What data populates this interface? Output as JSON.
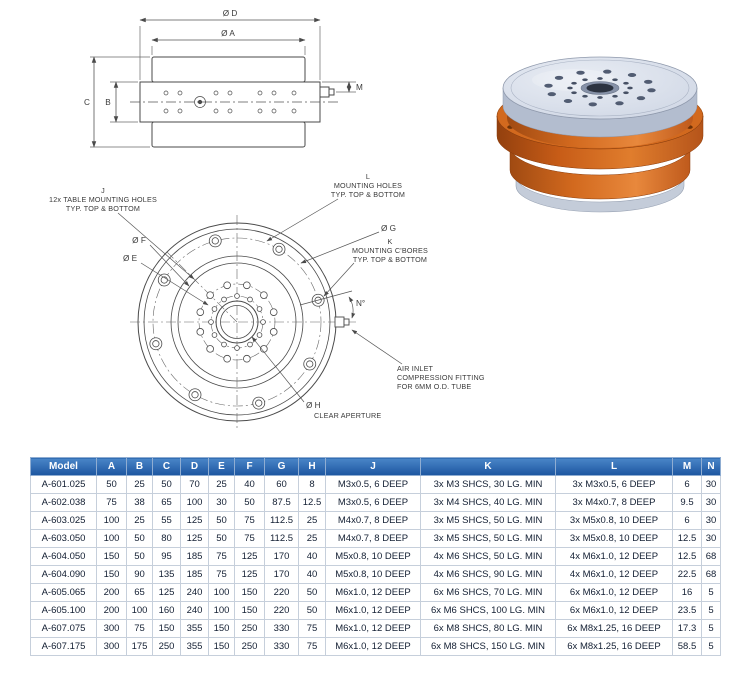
{
  "side_view": {
    "dim_d": "Ø D",
    "dim_a": "Ø A",
    "dim_c": "C",
    "dim_b": "B",
    "dim_m": "M"
  },
  "top_view": {
    "j_callout": [
      "J",
      "12x TABLE MOUNTING HOLES",
      "TYP. TOP & BOTTOM"
    ],
    "l_callout": [
      "L",
      "MOUNTING HOLES",
      "TYP. TOP & BOTTOM"
    ],
    "k_callout": [
      "K",
      "MOUNTING C'BORES",
      "TYP. TOP & BOTTOM"
    ],
    "air_callout": [
      "AIR INLET",
      "COMPRESSION FITTING",
      "FOR 6MM O.D. TUBE"
    ],
    "dim_g": "Ø G",
    "dim_f": "Ø F",
    "dim_e": "Ø E",
    "dim_h": "Ø H",
    "dim_n": "N°",
    "aperture_label": "CLEAR APERTURE"
  },
  "table": {
    "headers": [
      "Model",
      "A",
      "B",
      "C",
      "D",
      "E",
      "F",
      "G",
      "H",
      "J",
      "K",
      "L",
      "M",
      "N"
    ],
    "rows": [
      [
        "A-601.025",
        "50",
        "25",
        "50",
        "70",
        "25",
        "40",
        "60",
        "8",
        "M3x0.5, 6 DEEP",
        "3x M3 SHCS, 30 LG. MIN",
        "3x M3x0.5, 6 DEEP",
        "6",
        "30"
      ],
      [
        "A-602.038",
        "75",
        "38",
        "65",
        "100",
        "30",
        "50",
        "87.5",
        "12.5",
        "M3x0.5, 6 DEEP",
        "3x M4 SHCS, 40 LG. MIN",
        "3x M4x0.7, 8 DEEP",
        "9.5",
        "30"
      ],
      [
        "A-603.025",
        "100",
        "25",
        "55",
        "125",
        "50",
        "75",
        "112.5",
        "25",
        "M4x0.7, 8 DEEP",
        "3x M5 SHCS, 50 LG. MIN",
        "3x M5x0.8, 10 DEEP",
        "6",
        "30"
      ],
      [
        "A-603.050",
        "100",
        "50",
        "80",
        "125",
        "50",
        "75",
        "112.5",
        "25",
        "M4x0.7, 8 DEEP",
        "3x M5 SHCS, 50 LG. MIN",
        "3x M5x0.8, 10 DEEP",
        "12.5",
        "30"
      ],
      [
        "A-604.050",
        "150",
        "50",
        "95",
        "185",
        "75",
        "125",
        "170",
        "40",
        "M5x0.8, 10 DEEP",
        "4x M6 SHCS, 50 LG. MIN",
        "4x M6x1.0, 12 DEEP",
        "12.5",
        "68"
      ],
      [
        "A-604.090",
        "150",
        "90",
        "135",
        "185",
        "75",
        "125",
        "170",
        "40",
        "M5x0.8, 10 DEEP",
        "4x M6 SHCS, 90 LG. MIN",
        "4x M6x1.0, 12 DEEP",
        "22.5",
        "68"
      ],
      [
        "A-605.065",
        "200",
        "65",
        "125",
        "240",
        "100",
        "150",
        "220",
        "50",
        "M6x1.0, 12 DEEP",
        "6x M6 SHCS, 70 LG. MIN",
        "6x M6x1.0, 12 DEEP",
        "16",
        "5"
      ],
      [
        "A-605.100",
        "200",
        "100",
        "160",
        "240",
        "100",
        "150",
        "220",
        "50",
        "M6x1.0, 12 DEEP",
        "6x M6 SHCS, 100 LG. MIN",
        "6x M6x1.0, 12 DEEP",
        "23.5",
        "5"
      ],
      [
        "A-607.075",
        "300",
        "75",
        "150",
        "355",
        "150",
        "250",
        "330",
        "75",
        "M6x1.0, 12 DEEP",
        "6x M8 SHCS, 80 LG. MIN",
        "6x M8x1.25, 16 DEEP",
        "17.3",
        "5"
      ],
      [
        "A-607.175",
        "300",
        "175",
        "250",
        "355",
        "150",
        "250",
        "330",
        "75",
        "M6x1.0, 12 DEEP",
        "6x M8 SHCS, 150 LG. MIN",
        "6x M8x1.25, 16 DEEP",
        "58.5",
        "5"
      ]
    ]
  },
  "colors": {
    "table_header_blue": "#1c55a0",
    "body_orange": "#d2691e",
    "top_plate_gray": "#d3dae7",
    "drawing_line": "#4a4a4a"
  }
}
